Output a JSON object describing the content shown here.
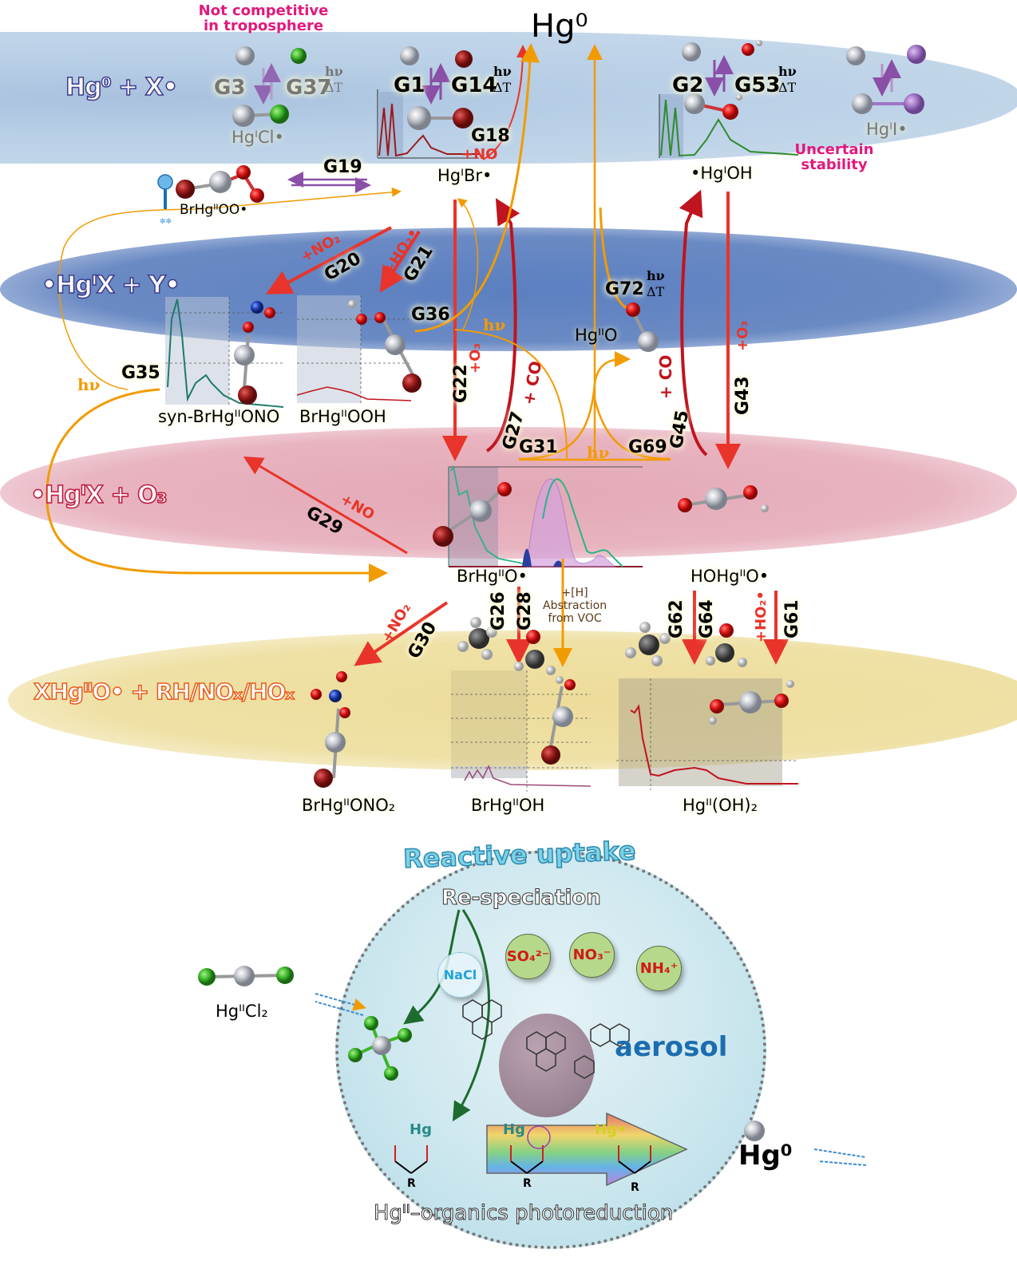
{
  "bands": {
    "hg0_x": {
      "title": "Hg⁰ + X•",
      "color": "#b8cfe6"
    },
    "hgix_y": {
      "title": "•HgᴵX + Y•",
      "color": "#6a8ac4"
    },
    "hgix_o3": {
      "title": "•HgᴵX + O₃",
      "color": "#e8b4c0"
    },
    "xhgiio": {
      "title": "XHgᴵᴵO• + RH/NOₓ/HOₓ",
      "color": "#efe1a6"
    }
  },
  "notes": {
    "not_competitive": "Not competitive\nin troposphere",
    "uncertain_stability": "Uncertain\nstability"
  },
  "top_label": "Hg⁰",
  "species": {
    "hgicl": "HgᴵCl•",
    "hgibr": "HgᴵBr•",
    "hgioh": "•HgᴵOH",
    "hgii_i": "HgᴵI•",
    "brhgiioo": "BrHgᴵᴵOO•",
    "syn_brhgiiono": "syn-BrHgᴵᴵONO",
    "brhgiiooh": "BrHgᴵᴵOOH",
    "hgiio": "HgᴵᴵO",
    "brhgiio": "BrHgᴵᴵO•",
    "hohgiio": "HOHgᴵᴵO•",
    "brhgiiono2": "BrHgᴵᴵONO₂",
    "brhgiioh": "BrHgᴵᴵOH",
    "hgii_oh2": "Hgᴵᴵ(OH)₂",
    "hgiicl2": "HgᴵᴵCl₂",
    "hg0_out": "Hg⁰"
  },
  "reactions": {
    "G3": "G3",
    "G37": "G37",
    "G1": "G1",
    "G14": "G14",
    "G18": "G18",
    "G2": "G2",
    "G53": "G53",
    "G19": "G19",
    "G20": "G20",
    "G21": "G21",
    "G36": "G36",
    "G72": "G72",
    "G22": "G22",
    "G27": "G27",
    "G45": "G45",
    "G43": "G43",
    "G35": "G35",
    "G31": "G31",
    "G69": "G69",
    "G29": "G29",
    "G30": "G30",
    "G26": "G26",
    "G28": "G28",
    "G62": "G62",
    "G64": "G64",
    "G61": "G61"
  },
  "reagents": {
    "no_g18": "+NO",
    "no2_g20": "+NO₂",
    "ho2_g21": "+HO₂•",
    "o3_g22": "+O₃",
    "co_g27": "+ CO",
    "co_g45": "+ CO",
    "o3_g43": "+O₃",
    "no_g29": "+NO",
    "no2_g30": "+NO₂",
    "ho2_g61": "+HO₂•",
    "h_abstraction": "+[H]\nAbstraction\nfrom VOC"
  },
  "photolysis": {
    "hv": "hν",
    "dT": "ΔT"
  },
  "aerosol": {
    "reactive_uptake": "Reactive uptake",
    "re_speciation": "Re-speciation",
    "nacl": "NaCl",
    "so4": "SO₄²⁻",
    "no3": "NO₃⁻",
    "nh4": "NH₄⁺",
    "aerosol_label": "aerosol",
    "photoreduction": "Hgᴵᴵ–organics photoreduction",
    "hg": "Hg",
    "hg_radical": "Hg•",
    "o": "O",
    "r": "R"
  },
  "colors": {
    "red_arrow": "#e8342a",
    "dark_red_arrow": "#c0141e",
    "orange_arrow": "#f29b00",
    "purple_arrow": "#8a4fa6",
    "pink_note": "#e0197d"
  }
}
